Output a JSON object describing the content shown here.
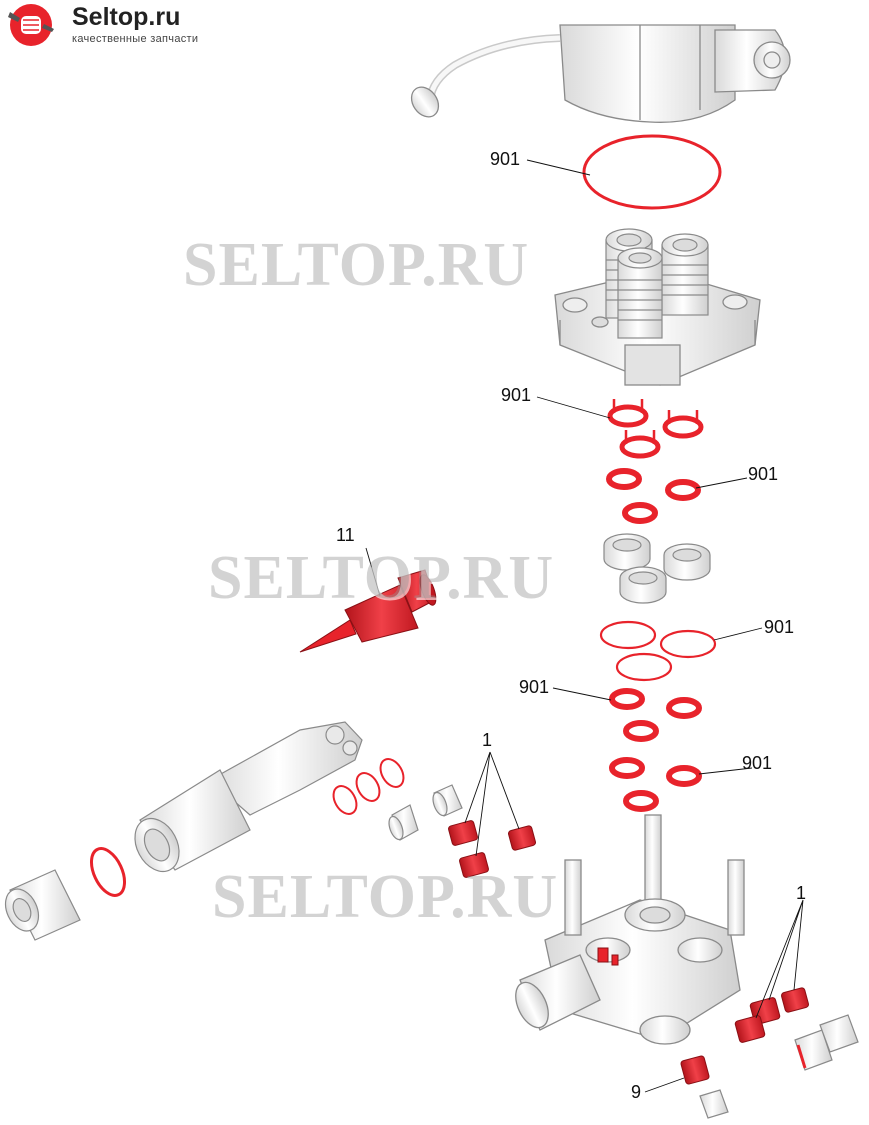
{
  "logo": {
    "name": "Seltop.ru",
    "tagline": "качественные запчасти",
    "icon": "wrench-fist-icon"
  },
  "watermarks": [
    "SELTOP.RU",
    "SELTOP.RU",
    "SELTOP.RU"
  ],
  "callouts": {
    "c901_top": "901",
    "c901_valve_left": "901",
    "c901_valve_right": "901",
    "c11": "11",
    "c901_mid_right": "901",
    "c901_mid_left": "901",
    "c901_low_right": "901",
    "c1_left": "1",
    "c1_right": "1",
    "c9": "9"
  },
  "colors": {
    "highlight_part": "#e8232b",
    "part_outline": "#8a8a8a",
    "part_fill": "#f2f2f2",
    "leader_line": "#111111"
  }
}
